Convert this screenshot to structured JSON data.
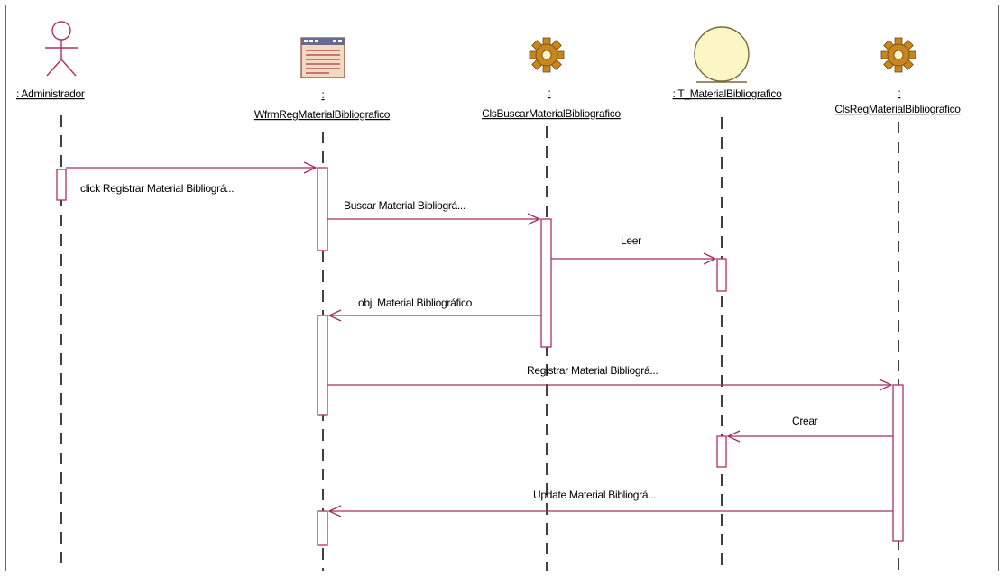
{
  "diagram": {
    "objects": [
      {
        "id": "actor",
        "name": ": Administrador",
        "kind": "actor"
      },
      {
        "id": "form",
        "colon": ":",
        "name": "WfrmRegMaterialBibliografico",
        "kind": "boundary"
      },
      {
        "id": "buscar",
        "colon": ":",
        "name": "ClsBuscarMaterialBibliografico",
        "kind": "control"
      },
      {
        "id": "entity",
        "name": ": T_MaterialBibliografico",
        "kind": "entity"
      },
      {
        "id": "reg",
        "colon": ":",
        "name": "ClsRegMaterialBibliografico",
        "kind": "control"
      }
    ],
    "messages": [
      {
        "from": "actor",
        "to": "form",
        "label": "click Registrar Material Bibliográ..."
      },
      {
        "from": "form",
        "to": "buscar",
        "label": "Buscar Material Bibliográ..."
      },
      {
        "from": "buscar",
        "to": "entity",
        "label": "Leer"
      },
      {
        "from": "buscar",
        "to": "form",
        "label": "obj. Material Bibliográfico"
      },
      {
        "from": "form",
        "to": "reg",
        "label": "Registrar Material Bibliográ..."
      },
      {
        "from": "reg",
        "to": "entity",
        "label": "Crear"
      },
      {
        "from": "reg",
        "to": "form",
        "label": "Update Material Bibliográ..."
      }
    ],
    "colors": {
      "message_line": "#a0305a",
      "activation": "#b0306a",
      "lifeline": "#000000",
      "icon_orange": "#c8861c",
      "entity_fill": "#fbf6c4"
    }
  }
}
